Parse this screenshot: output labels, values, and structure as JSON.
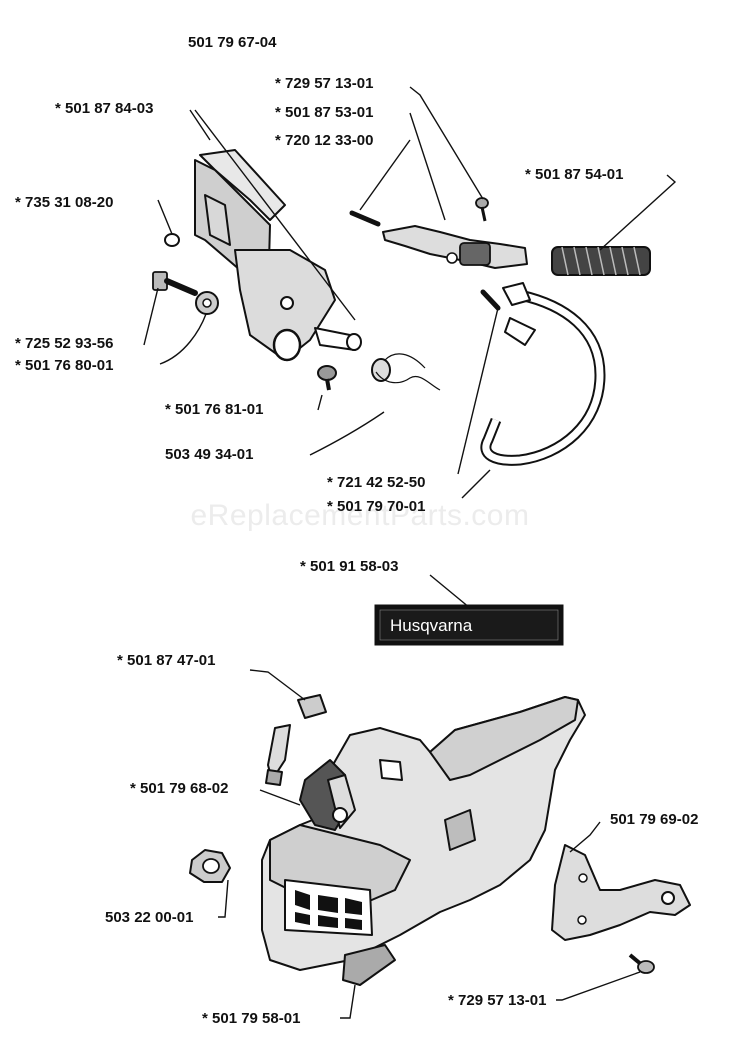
{
  "watermark": "eReplacementParts.com",
  "assembly_number": "501 79 67-04",
  "brand_decal": "Husqvarna",
  "part_labels": [
    {
      "key": "p1",
      "text": "* 501 87 84-03"
    },
    {
      "key": "p2",
      "text": "* 735 31 08-20"
    },
    {
      "key": "p3",
      "text": "* 725 52 93-56"
    },
    {
      "key": "p4",
      "text": "* 501 76 80-01"
    },
    {
      "key": "p5",
      "text": "* 501 76 81-01"
    },
    {
      "key": "p6",
      "text": "503 49 34-01"
    },
    {
      "key": "p7",
      "text": "* 729 57 13-01"
    },
    {
      "key": "p8",
      "text": "* 501 87 53-01"
    },
    {
      "key": "p9",
      "text": "* 720 12 33-00"
    },
    {
      "key": "p10",
      "text": "* 501 87 54-01"
    },
    {
      "key": "p11",
      "text": "* 721 42 52-50"
    },
    {
      "key": "p12",
      "text": "* 501 79 70-01"
    },
    {
      "key": "p13",
      "text": "* 501 91 58-03"
    },
    {
      "key": "p14",
      "text": "* 501 87 47-01"
    },
    {
      "key": "p15",
      "text": "* 501 79 68-02"
    },
    {
      "key": "p16",
      "text": "501 79 69-02"
    },
    {
      "key": "p17",
      "text": "503 22 00-01"
    },
    {
      "key": "p18",
      "text": "* 501 79 58-01"
    },
    {
      "key": "p19",
      "text": "* 729 57 13-01"
    }
  ]
}
